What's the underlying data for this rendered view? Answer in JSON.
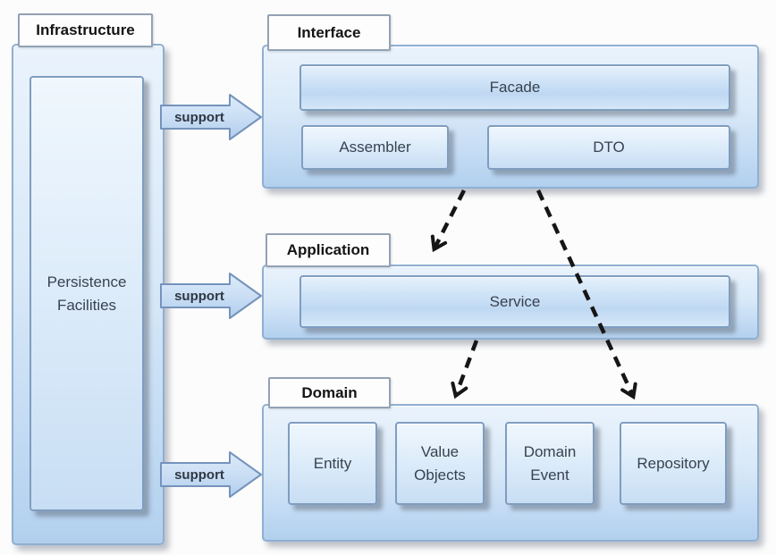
{
  "infrastructure": {
    "label": "Infrastructure",
    "persistence_box": "Persistence Facilities"
  },
  "interface_layer": {
    "label": "Interface",
    "boxes": {
      "facade": "Facade",
      "assembler": "Assembler",
      "dto": "DTO"
    }
  },
  "application_layer": {
    "label": "Application",
    "boxes": {
      "service": "Service"
    }
  },
  "domain_layer": {
    "label": "Domain",
    "boxes": [
      "Entity",
      "Value Objects",
      "Domain Event",
      "Repository"
    ]
  },
  "support_arrows": [
    {
      "label": "support"
    },
    {
      "label": "support"
    },
    {
      "label": "support"
    }
  ],
  "colors": {
    "container_border": "#8fafd2",
    "box_border": "#7f9dbf",
    "support_arrow_border": "#7593bb",
    "dashed_arrow": "#161616",
    "box_text": "#38424f"
  }
}
